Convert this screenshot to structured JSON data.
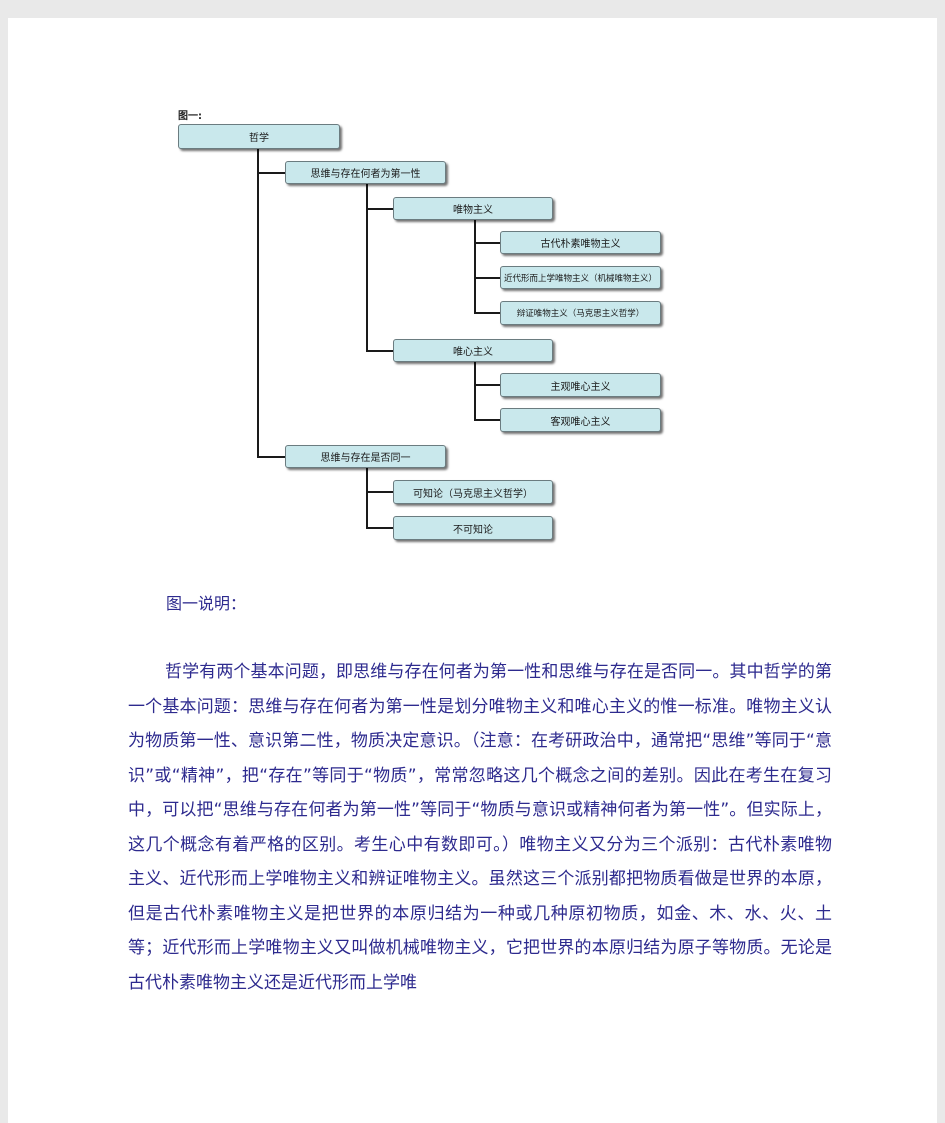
{
  "figure": {
    "label": "图一:",
    "nodes": {
      "root": "哲学",
      "q1": "思维与存在何者为第一性",
      "materialism": "唯物主义",
      "ancient": "古代朴素唯物主义",
      "modern": "近代形而上学唯物主义（机械唯物主义）",
      "dialectical": "辩证唯物主义（马克思主义哲学）",
      "idealism": "唯心主义",
      "subjective": "主观唯心主义",
      "objective": "客观唯心主义",
      "q2": "思维与存在是否同一",
      "knowable": "可知论（马克思主义哲学）",
      "unknowable": "不可知论"
    }
  },
  "caption": "图一说明：",
  "paragraph": "哲学有两个基本问题，即思维与存在何者为第一性和思维与存在是否同一。其中哲学的第一个基本问题：思维与存在何者为第一性是划分唯物主义和唯心主义的惟一标准。唯物主义认为物质第一性、意识第二性，物质决定意识。（注意：在考研政治中，通常把“思维”等同于“意识”或“精神”，把“存在”等同于“物质”，常常忽略这几个概念之间的差别。因此在考生在复习中，可以把“思维与存在何者为第一性”等同于“物质与意识或精神何者为第一性”。但实际上，这几个概念有着严格的区别。考生心中有数即可。）唯物主义又分为三个派别：古代朴素唯物主义、近代形而上学唯物主义和辨证唯物主义。虽然这三个派别都把物质看做是世界的本原，但是古代朴素唯物主义是把世界的本原归结为一种或几种原初物质，如金、木、水、火、土等；近代形而上学唯物主义又叫做机械唯物主义，它把世界的本原归结为原子等物质。无论是古代朴素唯物主义还是近代形而上学唯"
}
